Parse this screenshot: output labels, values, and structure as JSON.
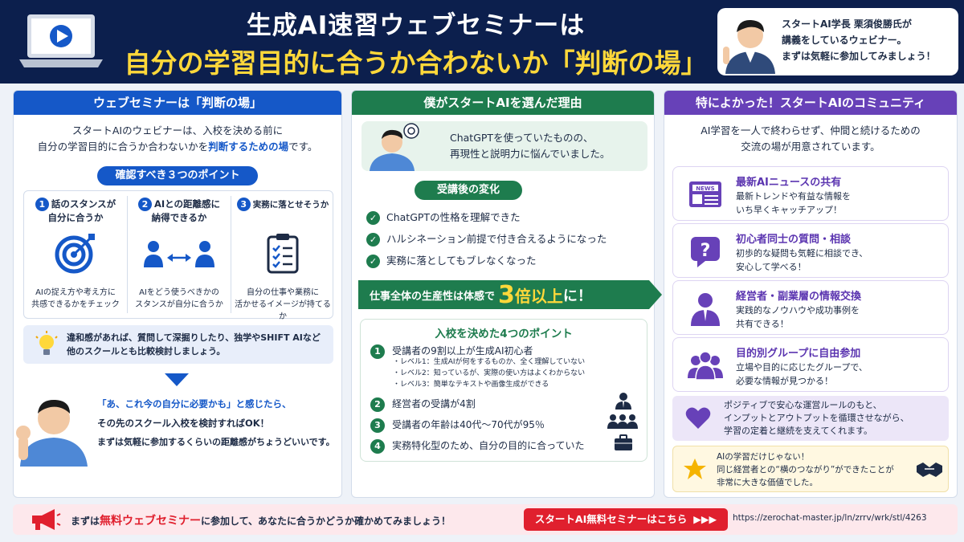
{
  "header": {
    "title_line1": "生成AI速習ウェブセミナーは",
    "title_line2": "自分の学習目的に合うか合わないか「判断の場」",
    "speaker_line1": "スタートAI学長 栗須俊勝氏が",
    "speaker_line2": "講義をしているウェビナー。",
    "speaker_line3": "まずは気軽に参加してみましょう！"
  },
  "left": {
    "heading": "ウェブセミナーは「判断の場」",
    "intro_line1": "スタートAIのウェビナーは、入校を決める前に",
    "intro_line2_a": "自分の学習目的に合うか合わないかを",
    "intro_line2_b": "判断するための場",
    "intro_line2_c": "です。",
    "points_heading": "確認すべき３つのポイント",
    "points": [
      {
        "num": "1",
        "title_a": "話のスタンスが",
        "title_b": "自分に合うか",
        "desc_a": "AIの捉え方や考え方に",
        "desc_b": "共感できるかをチェック",
        "icon": "target-icon"
      },
      {
        "num": "2",
        "title_a": "AIとの距離感に",
        "title_b": "納得できるか",
        "desc_a": "AIをどう使うべきかの",
        "desc_b": "スタンスが自分に合うか",
        "icon": "people-distance-icon"
      },
      {
        "num": "3",
        "title_a": "実務に落とせそうか",
        "title_b": "",
        "desc_a": "自分の仕事や業務に",
        "desc_b": "活かせるイメージが持てるか",
        "icon": "checklist-icon"
      }
    ],
    "tip_line1": "違和感があれば、質問して深掘りしたり、独学やSHIFT AIなど",
    "tip_line2": "他のスクールとも比較検討しましょう。",
    "closing_line1": "「あ、これ今の自分に必要かも」と感じたら、",
    "closing_line2": "その先のスクール入校を検討すればOK！",
    "closing_line3": "まずは気軽に参加するくらいの距離感がちょうどいいです。"
  },
  "middle": {
    "heading": "僕がスタートAIを選んだ理由",
    "quote_line1": "ChatGPTを使っていたものの、",
    "quote_line2": "再現性と説明力に悩んでいました。",
    "changes_heading": "受講後の変化",
    "changes": [
      "ChatGPTの性格を理解できた",
      "ハルシネーション前提で付き合えるようになった",
      "実務に落としてもブレなくなった"
    ],
    "productivity_a": "仕事全体の生産性は体感で",
    "productivity_num": "3",
    "productivity_b": "倍以上",
    "productivity_c": "に！",
    "reasons_heading": "入校を決めた4つのポイント",
    "reason1": "受講者の9割以上が生成AI初心者",
    "levels": [
      "・レベル1：生成AIが何をするものか、全く理解していない",
      "・レベル2：知っているが、実際の使い方はよくわからない",
      "・レベル3：簡単なテキストや画像生成ができる"
    ],
    "reason2": "経営者の受講が4割",
    "reason3": "受講者の年齢は40代〜70代が95％",
    "reason4": "実務特化型のため、自分の目的に合っていた",
    "nums": [
      "1",
      "2",
      "3",
      "4"
    ]
  },
  "right": {
    "heading": "特によかった！スタートAIのコミュニティ",
    "intro_line1": "AI学習を一人で終わらせず、仲間と続けるための",
    "intro_line2": "交流の場が用意されています。",
    "cards": [
      {
        "title": "最新AIニュースの共有",
        "desc_a": "最新トレンドや有益な情報を",
        "desc_b": "いち早くキャッチアップ！",
        "icon": "news-icon",
        "icon_text": "NEWS"
      },
      {
        "title": "初心者同士の質問・相談",
        "desc_a": "初歩的な疑問も気軽に相談でき、",
        "desc_b": "安心して学べる！",
        "icon": "question-icon",
        "icon_text": "?"
      },
      {
        "title": "経営者・副業層の情報交換",
        "desc_a": "実践的なノウハウや成功事例を",
        "desc_b": "共有できる！",
        "icon": "business-person-icon"
      },
      {
        "title": "目的別グループに自由参加",
        "desc_a": "立場や目的に応じたグループで、",
        "desc_b": "必要な情報が見つかる！",
        "icon": "group-icon"
      }
    ],
    "rules_line1": "ポジティブで安心な運営ルールのもと、",
    "rules_line2": "インプットとアウトプットを循環させながら、",
    "rules_line3": "学習の定着と継続を支えてくれます。",
    "note_line1": "AIの学習だけじゃない！",
    "note_line2": "同じ経営者との“横のつながり”ができたことが",
    "note_line3": "非常に大きな価値でした。"
  },
  "footer": {
    "cta_a": "まずは",
    "cta_b": "無料ウェブセミナー",
    "cta_c": "に参加して、あなたに合うかどうか確かめてみましょう！",
    "button_label": "スタートAI無料セミナーはこちら",
    "url": "https://zerochat-master.jp/ln/zrrv/wrk/stl/4263"
  },
  "colors": {
    "navy": "#0c1f4d",
    "yellow": "#ffd83a",
    "blue": "#1558c8",
    "green": "#1e7c4e",
    "purple": "#6741b8",
    "red": "#e0202e"
  }
}
